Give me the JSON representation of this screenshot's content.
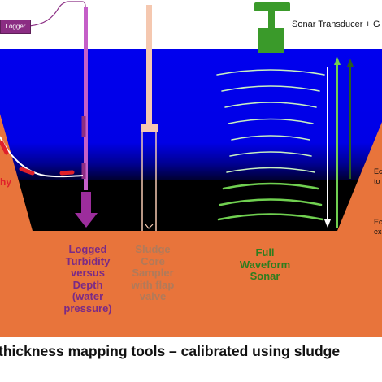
{
  "logger_label": "Logger",
  "sonar_transducer_label": "Sonar Transducer + G",
  "tool_labels": {
    "turbidity": "Logged\nTurbidity\nversus\nDepth\n(water\npressure)",
    "core_sampler": "Sludge\nCore\nSampler\nwith flap\nvalve",
    "sonar": "Full\nWaveform\nSonar"
  },
  "edge_labels": [
    "Ec\nto",
    "Ec\nex"
  ],
  "left_fragment": "hy",
  "caption": "thickness mapping tools – calibrated using sludge",
  "colors": {
    "water": "#0000ee",
    "sludge": "#000000",
    "soil": "#e8743b",
    "sky": "#ffffff",
    "logger_purple": "#8b2d83",
    "turbidity_probe": "#c55fc8",
    "turbidity_arrow": "#9c2d9c",
    "core_sampler": "#f5c8b0",
    "sonar_green": "#3a9a2a",
    "sonar_wave_light": "#c8f0c0",
    "sonar_wave_dark": "#70d050",
    "cable_red": "#e0202a"
  }
}
